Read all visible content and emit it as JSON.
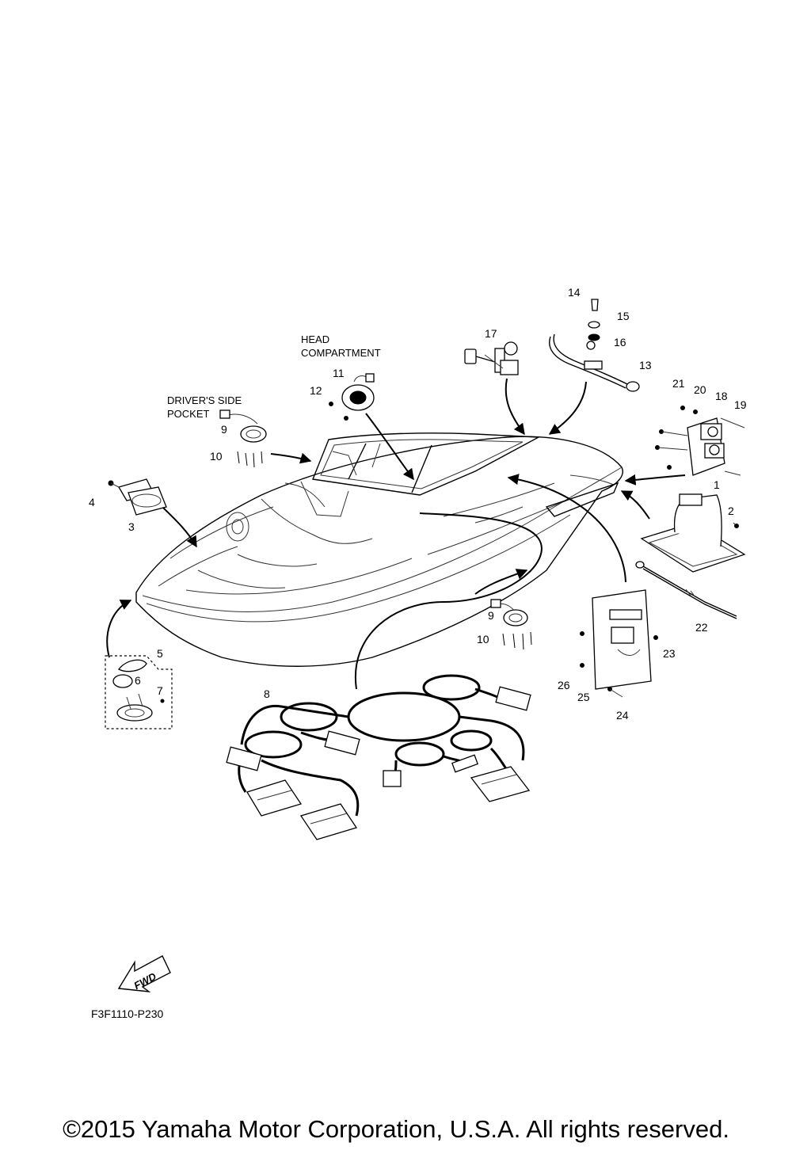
{
  "labels": {
    "head_compartment_1": "HEAD",
    "head_compartment_2": "COMPARTMENT",
    "drivers_pocket_1": "DRIVER'S SIDE",
    "drivers_pocket_2": "POCKET",
    "fwd": "FWD",
    "figure_code": "F3F1110-P230"
  },
  "callouts": [
    "1",
    "2",
    "3",
    "4",
    "5",
    "6",
    "7",
    "8",
    "9",
    "10",
    "11",
    "12",
    "13",
    "14",
    "15",
    "16",
    "17",
    "18",
    "19",
    "20",
    "21",
    "22",
    "23",
    "24",
    "25",
    "26",
    "9",
    "10"
  ],
  "copyright": "©2015 Yamaha Motor Corporation, U.S.A. All rights reserved."
}
